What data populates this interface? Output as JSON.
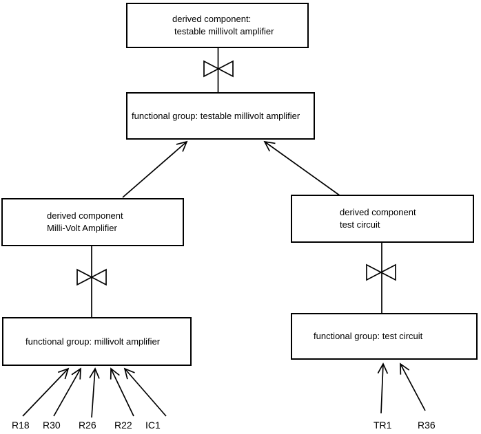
{
  "colors": {
    "line": "#000000",
    "text": "#000000",
    "background": "#ffffff"
  },
  "nodes": {
    "top_derived": {
      "line1": "derived component:",
      "line2": "testable millivolt amplifier"
    },
    "top_functional": {
      "label": "functional group: testable millivolt amplifier"
    },
    "left_derived": {
      "line1": "derived component",
      "line2": "Milli-Volt Amplifier"
    },
    "left_functional": {
      "label": "functional group: millivolt amplifier"
    },
    "right_derived": {
      "line1": "derived component",
      "line2": "test circuit"
    },
    "right_functional": {
      "label": "functional group: test circuit"
    }
  },
  "labels": {
    "left": [
      "R18",
      "R30",
      "R26",
      "R22",
      "IC1"
    ],
    "right": [
      "TR1",
      "R36"
    ]
  }
}
